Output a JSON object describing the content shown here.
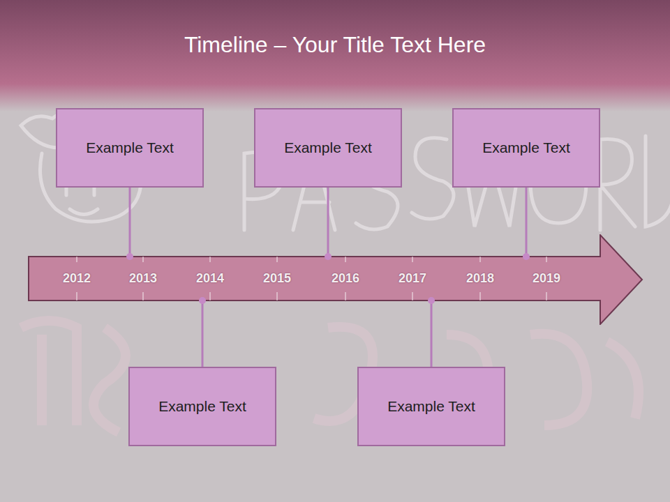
{
  "diagram": {
    "title": "Timeline – Your Title Text Here",
    "nodes": [
      {
        "text": [
          "Example Text"
        ]
      },
      {
        "text": [
          "Example Text"
        ]
      },
      {
        "text": [
          "Example Text"
        ]
      },
      {
        "text": [
          "2012",
          "2013",
          "2014",
          "2015",
          "2016",
          "2017",
          "2018",
          "2019"
        ]
      },
      {
        "text": [
          "Example Text"
        ]
      },
      {
        "text": [
          "Example Text"
        ]
      }
    ],
    "edges": [
      {
        "from": 0,
        "to": 3,
        "arrow": "none"
      },
      {
        "from": 1,
        "to": 3,
        "arrow": "none"
      },
      {
        "from": 2,
        "to": 3,
        "arrow": "none"
      },
      {
        "from": 4,
        "to": 3,
        "arrow": "none"
      },
      {
        "from": 5,
        "to": 3,
        "arrow": "none"
      }
    ]
  }
}
